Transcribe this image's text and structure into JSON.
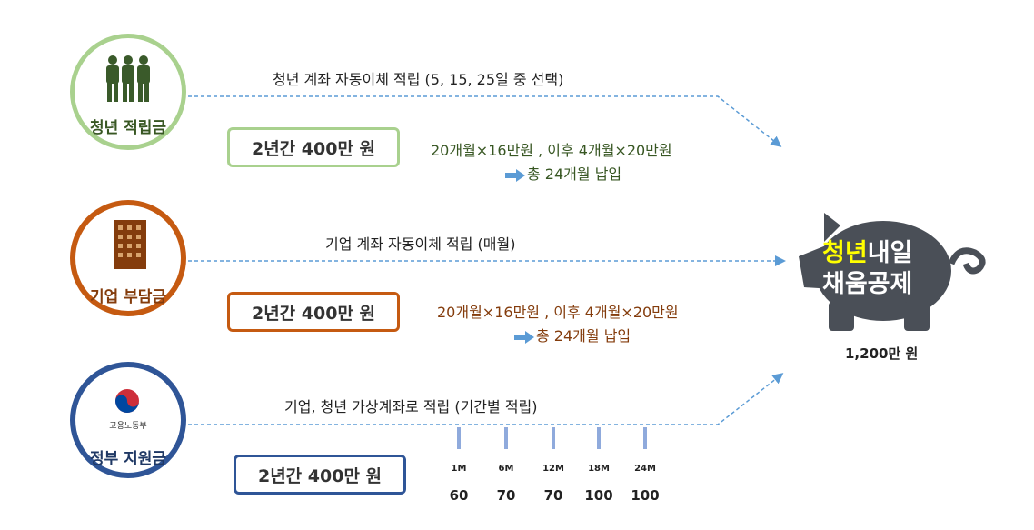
{
  "rows": [
    {
      "label": "청년 적립금",
      "flow_text": "청년 계좌 자동이체 적립 (5, 15, 25일 중 선택)",
      "amount": "2년간 400만 원",
      "detail_line1": "20개월×16만원 , 이후 4개월×20만원",
      "detail_line2": "총 24개월 납입",
      "color": "#a9d18e",
      "icon": "people-icon"
    },
    {
      "label": "기업 부담금",
      "flow_text": "기업 계좌 자동이체 적립 (매월)",
      "amount": "2년간 400만 원",
      "detail_line1": "20개월×16만원 , 이후 4개월×20만원",
      "detail_line2": "총 24개월 납입",
      "color": "#c55a11",
      "icon": "building-icon"
    },
    {
      "label": "정부 지원금",
      "ministry": "고용노동부",
      "flow_text": "기업, 청년 가상계좌로 적립 (기간별 적립)",
      "amount": "2년간 400만 원",
      "color": "#2f5597",
      "icon": "taegeuk-icon"
    }
  ],
  "schedule": {
    "months": [
      "1M",
      "6M",
      "12M",
      "18M",
      "24M"
    ],
    "values": [
      "60",
      "70",
      "70",
      "100",
      "100"
    ]
  },
  "result": {
    "title_highlight": "청년",
    "title_rest": "내일",
    "title_line2": "채움공제",
    "total": "1,200만 원",
    "icon": "piggy-bank-icon"
  }
}
